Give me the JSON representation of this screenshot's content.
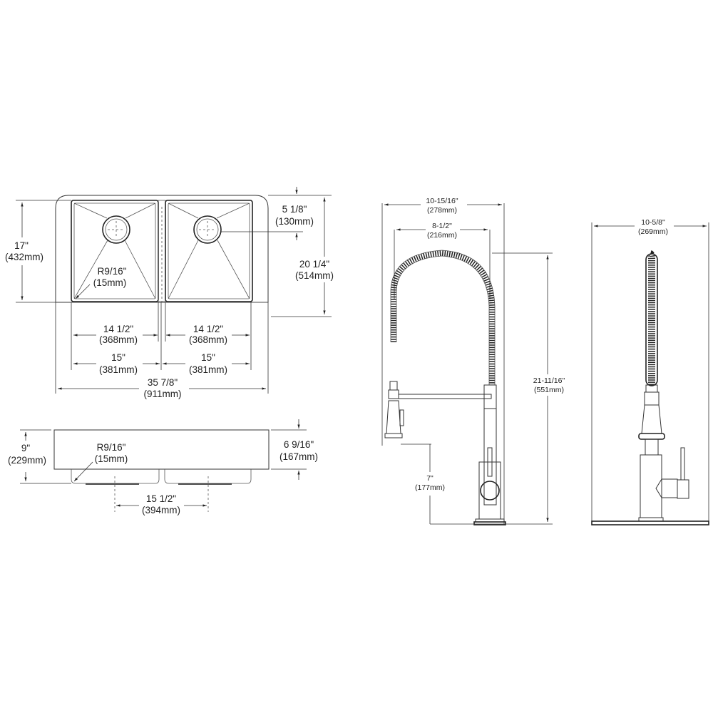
{
  "sink_top_view": {
    "bowl_depth_front_back": {
      "imperial": "17\"",
      "metric": "(432mm)"
    },
    "overall_depth": {
      "imperial": "20 1/4\"",
      "metric": "(514mm)"
    },
    "drain_offset": {
      "imperial": "5 1/8\"",
      "metric": "(130mm)"
    },
    "corner_radius": {
      "imperial": "R9/16\"",
      "metric": "(15mm)"
    },
    "left_bowl_inner_width": {
      "imperial": "14 1/2\"",
      "metric": "(368mm)"
    },
    "right_bowl_inner_width": {
      "imperial": "14 1/2\"",
      "metric": "(368mm)"
    },
    "left_bowl_width": {
      "imperial": "15\"",
      "metric": "(381mm)"
    },
    "right_bowl_width": {
      "imperial": "15\"",
      "metric": "(381mm)"
    },
    "overall_width": {
      "imperial": "35 7/8\"",
      "metric": "(911mm)"
    }
  },
  "sink_front_view": {
    "overall_height": {
      "imperial": "9\"",
      "metric": "(229mm)"
    },
    "apron_height": {
      "imperial": "6 9/16\"",
      "metric": "(167mm)"
    },
    "corner_radius": {
      "imperial": "R9/16\"",
      "metric": "(15mm)"
    },
    "drain_spacing": {
      "imperial": "15 1/2\"",
      "metric": "(394mm)"
    }
  },
  "faucet_side_view": {
    "overall_reach": {
      "imperial": "10-15/16\"",
      "metric": "(278mm)"
    },
    "spout_reach": {
      "imperial": "8-1/2\"",
      "metric": "(216mm)"
    },
    "overall_height": {
      "imperial": "21-11/16\"",
      "metric": "(551mm)"
    },
    "spout_clearance": {
      "imperial": "7\"",
      "metric": "(177mm)"
    }
  },
  "faucet_front_view": {
    "overall_width": {
      "imperial": "10-5/8\"",
      "metric": "(269mm)"
    }
  }
}
